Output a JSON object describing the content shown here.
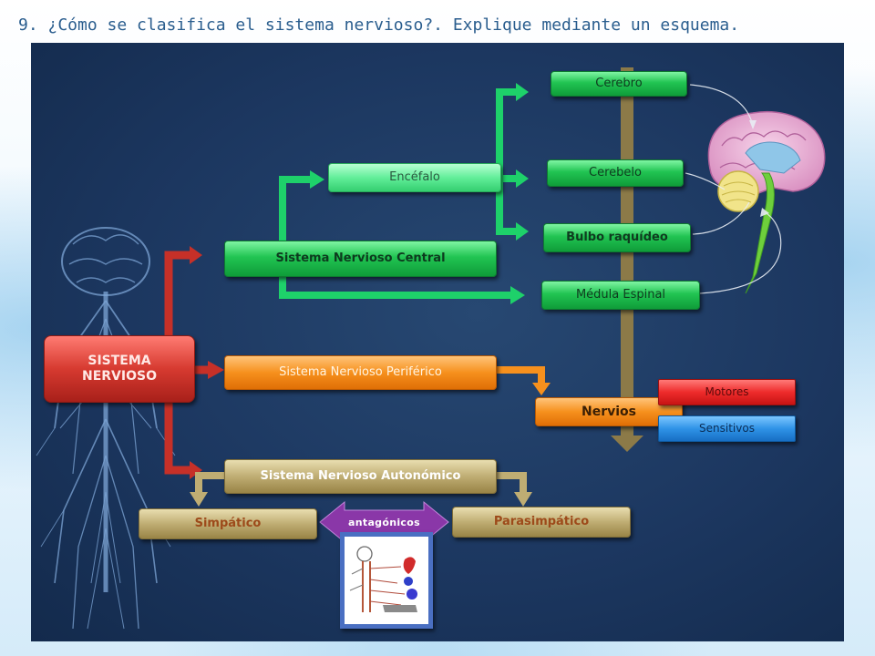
{
  "slide": {
    "title": "9. ¿Cómo se clasifica el sistema nervioso?. Explique mediante un esquema."
  },
  "diagram": {
    "root": "SISTEMA NERVIOSO",
    "central": "Sistema Nervioso Central",
    "encefalo": "Encéfalo",
    "cerebro": "Cerebro",
    "cerebelo": "Cerebelo",
    "bulbo": "Bulbo raquídeo",
    "medula": "Médula Espinal",
    "periferico": "Sistema Nervioso Periférico",
    "nervios": "Nervios",
    "motores": "Motores",
    "sensitivos": "Sensitivos",
    "autonomico": "Sistema Nervioso Autonómico",
    "simpatico": "Simpático",
    "parasimpatico": "Parasimpático",
    "antagonicos": "antagónicos"
  },
  "colors": {
    "panel": "#1e3a62",
    "central_branch": "#1ed16a",
    "root": "#d63a30",
    "peripheral": "#f6901d",
    "autonomic": "#bfad73",
    "motores": "#ee2b2b",
    "sensitivos": "#2f93e7",
    "title": "#2a5d8e"
  },
  "icons": {
    "nervous_system_figure": "nervous-system-silhouette",
    "brain": "brain-illustration",
    "autonomic_thumbnail": "autonomic-system-illustration"
  }
}
